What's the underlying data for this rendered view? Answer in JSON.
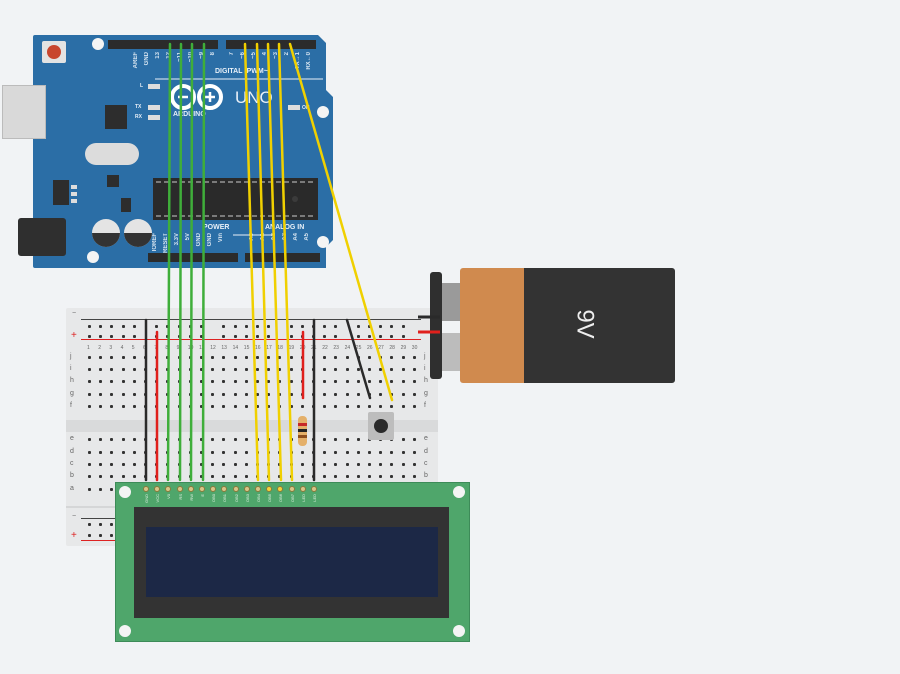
{
  "arduino": {
    "model": "UNO",
    "brand": "ARDUINO",
    "digital_header_label": "DIGITAL (PWM~)",
    "power_label": "POWER",
    "analog_label": "ANALOG IN",
    "on_label": "ON",
    "led_labels": [
      "L",
      "TX",
      "RX"
    ],
    "digital_pins_left": [
      "AREF",
      "GND",
      "13",
      "12",
      "~11",
      "~10",
      "~9",
      "8"
    ],
    "digital_pins_right": [
      "7",
      "~6",
      "~5",
      "4",
      "~3",
      "2",
      "TX→1",
      "RX←0"
    ],
    "power_pins": [
      "IOREF",
      "RESET",
      "3.3V",
      "5V",
      "GND",
      "GND",
      "Vin"
    ],
    "analog_pins": [
      "A0",
      "A1",
      "A2",
      "A3",
      "A4",
      "A5"
    ]
  },
  "breadboard": {
    "rail_minus": "−",
    "rail_plus": "+",
    "rows_top": [
      "j",
      "i",
      "h",
      "g",
      "f"
    ],
    "rows_bottom": [
      "e",
      "d",
      "c",
      "b",
      "a"
    ],
    "columns": [
      "1",
      "2",
      "3",
      "4",
      "5",
      "6",
      "7",
      "8",
      "9",
      "10",
      "11",
      "12",
      "13",
      "14",
      "15",
      "16",
      "17",
      "18",
      "19",
      "20",
      "21",
      "22",
      "23",
      "24",
      "25",
      "26",
      "27",
      "28",
      "29",
      "30"
    ]
  },
  "battery": {
    "label": "9V",
    "colors": {
      "cap": "#d08a4e",
      "body": "#333333"
    }
  },
  "lcd": {
    "pins": [
      "GND",
      "VCC",
      "V0",
      "RS",
      "RW",
      "E",
      "DB0",
      "DB1",
      "DB2",
      "DB3",
      "DB4",
      "DB5",
      "DB6",
      "DB7",
      "LED",
      "LED"
    ],
    "colors": {
      "pcb": "#4fa66b",
      "bezel": "#333333",
      "screen": "#1c2846"
    }
  },
  "wires": {
    "colors": {
      "green": "#3fae3a",
      "yellow": "#f0d000",
      "red": "#e0201c",
      "black": "#2a2a2a"
    }
  }
}
